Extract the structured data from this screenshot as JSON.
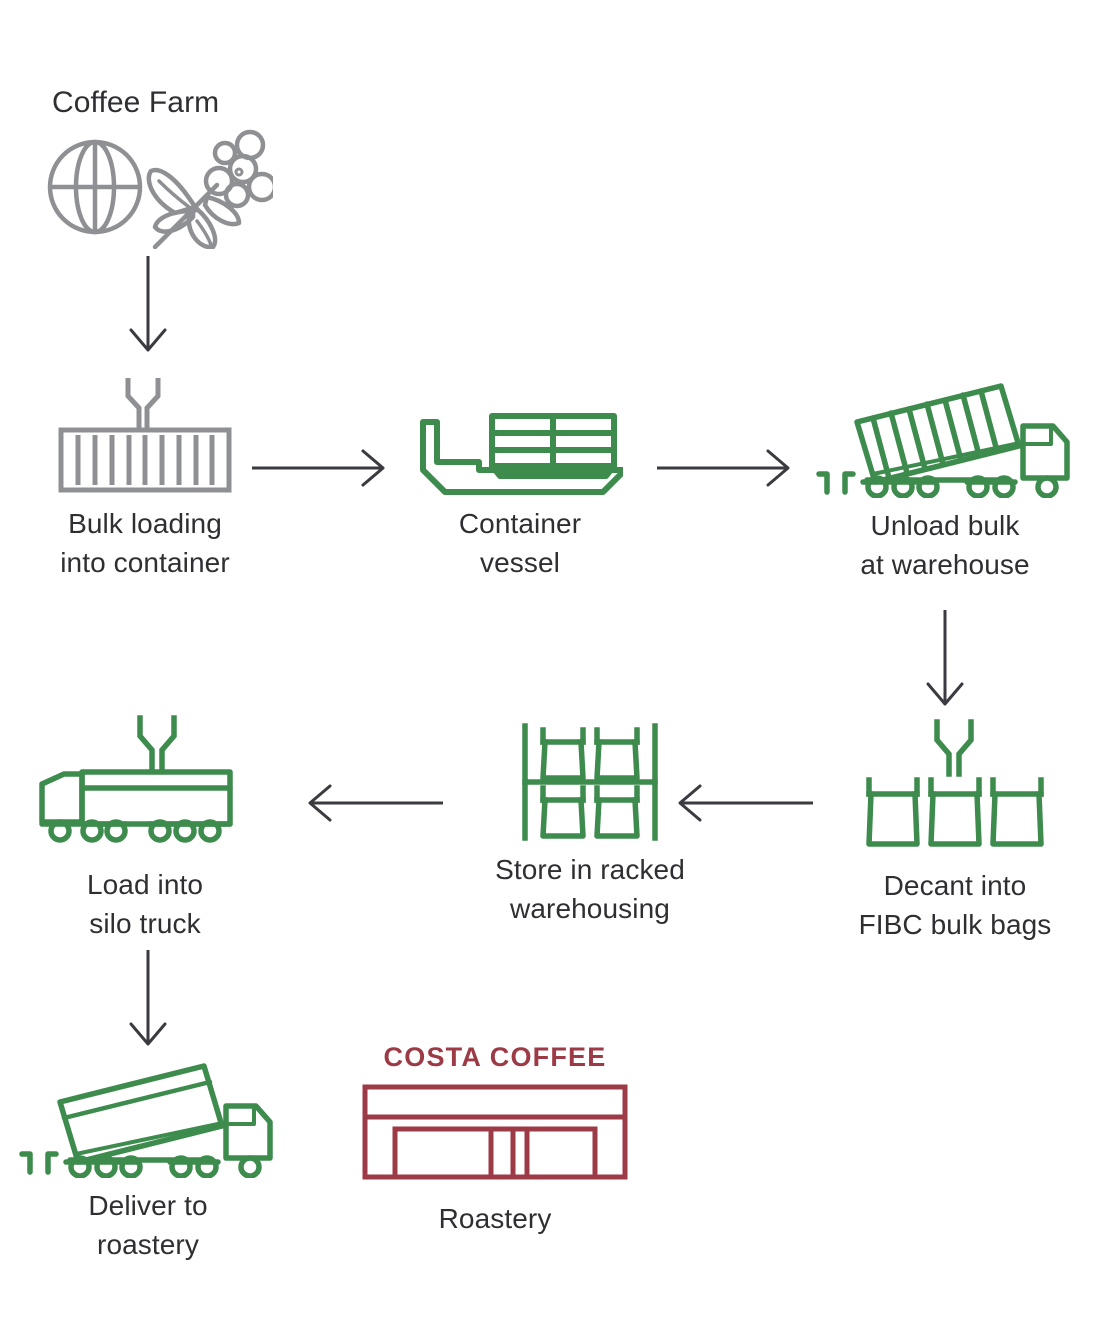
{
  "diagram": {
    "title_node": "Coffee Farm",
    "colors": {
      "green": "#3d8b4d",
      "gray": "#8e9093",
      "arrow": "#3a3a40",
      "text": "#2f2f33",
      "brand_red": "#9c3a45",
      "background": "#ffffff"
    },
    "nodes": [
      {
        "id": "coffee-farm",
        "label": "Coffee Farm",
        "icons": [
          "globe-icon",
          "coffee-branch-icon"
        ],
        "color": "gray",
        "label_position": "top"
      },
      {
        "id": "bulk-loading",
        "label": "Bulk loading\ninto container",
        "icons": [
          "shipping-container-icon",
          "fill-chute-icon"
        ],
        "color": "gray",
        "label_position": "bottom"
      },
      {
        "id": "container-vessel",
        "label": "Container\nvessel",
        "icons": [
          "container-ship-icon"
        ],
        "color": "green",
        "label_position": "bottom"
      },
      {
        "id": "unload-bulk",
        "label": "Unload bulk\nat warehouse",
        "icons": [
          "tipping-container-truck-icon"
        ],
        "color": "green",
        "label_position": "bottom"
      },
      {
        "id": "decant-fibc",
        "label": "Decant into\nFIBC bulk bags",
        "icons": [
          "fibc-bulk-bags-icon",
          "fill-chute-icon"
        ],
        "color": "green",
        "label_position": "bottom"
      },
      {
        "id": "racked-warehousing",
        "label": "Store in racked\nwarehousing",
        "icons": [
          "warehouse-racking-icon"
        ],
        "color": "green",
        "label_position": "bottom"
      },
      {
        "id": "silo-truck",
        "label": "Load into\nsilo truck",
        "icons": [
          "silo-truck-icon",
          "fill-chute-icon"
        ],
        "color": "green",
        "label_position": "bottom"
      },
      {
        "id": "deliver-roastery",
        "label": "Deliver to\nroastery",
        "icons": [
          "tipping-silo-truck-icon"
        ],
        "color": "green",
        "label_position": "bottom"
      },
      {
        "id": "roastery",
        "label": "Roastery",
        "icons": [
          "roastery-building-icon"
        ],
        "color": "brand_red",
        "label_position": "bottom",
        "sign_text": "COSTA COFFEE"
      }
    ],
    "connectors": [
      {
        "id": "farm-to-bulk",
        "direction": "down"
      },
      {
        "id": "bulk-to-vessel",
        "direction": "right"
      },
      {
        "id": "vessel-to-unload",
        "direction": "right"
      },
      {
        "id": "unload-to-decant",
        "direction": "down"
      },
      {
        "id": "decant-to-racking",
        "direction": "left"
      },
      {
        "id": "racking-to-silo",
        "direction": "left"
      },
      {
        "id": "silo-to-deliver",
        "direction": "down"
      }
    ]
  }
}
